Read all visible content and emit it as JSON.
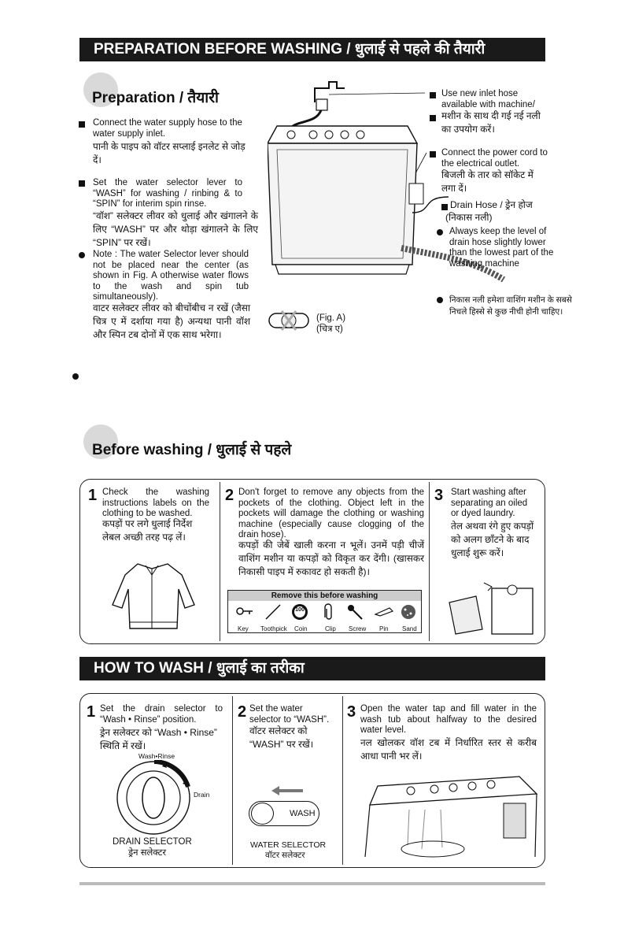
{
  "banner1": "PREPARATION BEFORE WASHING / धुलाई से पहले की तैयारी",
  "preparation": {
    "title": "Preparation / तैयारी",
    "item1_en": "Connect the water supply hose to the water supply inlet.",
    "item1_hi": "पानी के पाइप को वॉटर सप्लाई इनलेट से जोड़ दें।",
    "item2_en": "Set the water selector lever to “WASH” for washing / rinbing & to “SPIN” for interim spin rinse.",
    "item2_hi": "“वॉश” सलेक्टर लीवर को धुलाई और खंगालने के लिए “WASH” पर और थोड़ा खंगालने के लिए “SPIN” पर रखें।",
    "note_en": "Note : The water Selector lever should not be placed near the center (as shown in Fig. A otherwise water flows to the wash and spin tub simultaneously).",
    "note_hi": "वाटर सलेक्टर लीवर को बीचोंबीच न रखें (जैसा चित्र ए में दर्शाया गया है) अन्यथा पानी वॉश और स्पिन टब दोनों में एक साथ भरेगा।",
    "fig_a_en": "(Fig. A)",
    "fig_a_hi": "(चित्र ए)",
    "right1_en": "Use new inlet hose available with machine/",
    "right1_hi": "मशीन के साथ दी गई नई नली का उपयोग करें।",
    "right2_en": "Connect the power cord to the electrical outlet.",
    "right2_hi": "बिजली के तार को सॉकेट में लगा दें।",
    "drain_title": "Drain Hose / ड्रेन होज",
    "drain_sub": "(निकास नली)",
    "drain_en": "Always keep the level of drain hose slightly lower than the lowest part of the washing machine",
    "drain_hi": "निकास नली हमेशा वाशिंग मशीन के सबसे निचले हिस्से से कुछ नीची होनी चाहिए।"
  },
  "before": {
    "title": "Before washing / धुलाई से पहले",
    "step1_num": "1",
    "step1_en": "Check the washing instructions labels on the clothing to be washed.",
    "step1_hi": "कपड़ों पर लगे धुलाई निर्देश लेबल अच्छी तरह पढ़ लें।",
    "step2_num": "2",
    "step2_en": "Don't forget to remove any objects from the pockets of the clothing. Object left in the pockets will damage the clothing or washing machine (especially cause clogging of the drain hose).",
    "step2_hi": "कपड़ों की जेबें खाली करना न भूलें। उनमें पड़ी चीजें वाशिंग मशीन या कपड़ों को विकृत कर देंगी। (खासकर निकासी पाइप में रुकावट हो सकती है)।",
    "remove_title": "Remove this before washing",
    "items": [
      "Key",
      "Toothpick",
      "Coin",
      "Clip",
      "Screw",
      "Pin",
      "Sand"
    ],
    "coin_value": "100",
    "step3_num": "3",
    "step3_en": "Start washing after separating an oiled or dyed laundry.",
    "step3_hi": "तेल अथवा रंगे हुए कपड़ों को अलग छाँटने के बाद धुलाई शुरू करें।"
  },
  "banner2": "HOW TO WASH / धुलाई का तरीका",
  "how": {
    "step1_num": "1",
    "step1_en": "Set the drain selector to “Wash • Rinse” position.",
    "step1_hi": "ड्रेन सलेक्टर को “Wash • Rinse” स्थिति में रखें।",
    "dial_top": "Wash•Rinse",
    "dial_right": "Drain",
    "dial_caption_en": "DRAIN SELECTOR",
    "dial_caption_hi": "ड्रेन सलेक्टर",
    "step2_num": "2",
    "step2_en": "Set the water selector to “WASH”.",
    "step2_hi": "वॉटर सलेक्टर को “WASH” पर रखें।",
    "wash_label": "WASH",
    "water_caption_en": "WATER SELECTOR",
    "water_caption_hi": "वॉटर सलेक्टर",
    "step3_num": "3",
    "step3_en": "Open the water tap and fill water in the wash tub about halfway to the desired water level.",
    "step3_hi": "नल खोलकर वॉश टब में निर्धारित स्तर से करीब आधा पानी भर लें।"
  }
}
